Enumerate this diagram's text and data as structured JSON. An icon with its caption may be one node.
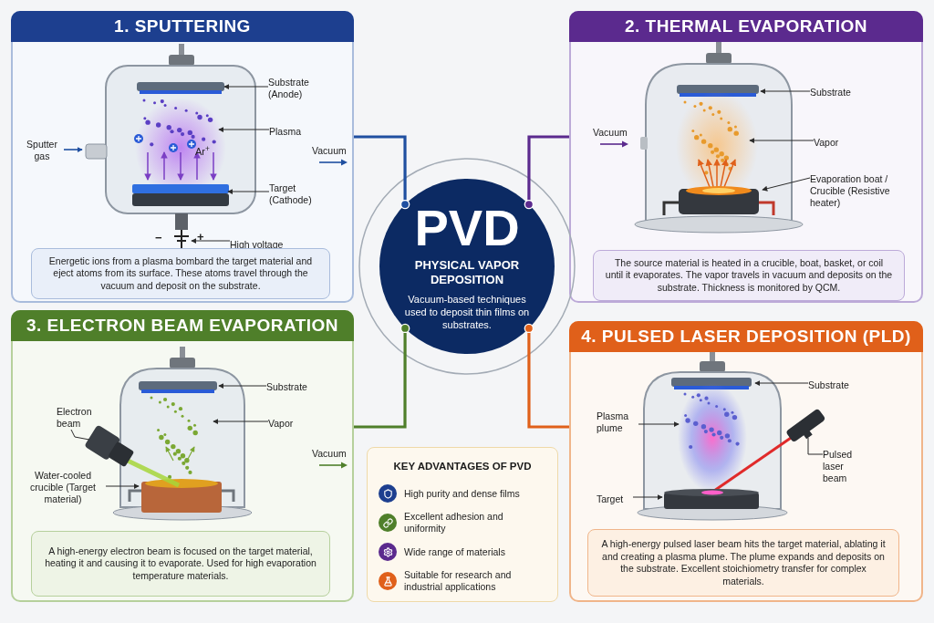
{
  "diagram": {
    "nodes": [
      {
        "text": [
          "1. SPUTTERING"
        ]
      },
      {
        "text": [
          "Substrate (Anode)"
        ],
        "in": 0
      },
      {
        "text": [
          "Plasma"
        ],
        "in": 0
      },
      {
        "text": [
          "Target (Cathode)"
        ],
        "in": 0
      },
      {
        "text": [
          "Sputter gas"
        ],
        "in": 0
      },
      {
        "text": [
          "High voltage"
        ],
        "in": 0
      },
      {
        "text": [
          "Energetic ions from a plasma bombard the target material and eject atoms from its surface. These atoms travel through the vacuum and deposit on the substrate."
        ],
        "in": 0
      },
      {
        "text": [
          "2. THERMAL EVAPORATION"
        ]
      },
      {
        "text": [
          "Substrate"
        ],
        "in": 7
      },
      {
        "text": [
          "Vapor"
        ],
        "in": 7
      },
      {
        "text": [
          "Evaporation boat / Crucible (Resistive heater)"
        ],
        "in": 7
      },
      {
        "text": [
          "The source material is heated in a crucible, boat, basket, or coil until it evaporates. The vapor travels in vacuum and deposits on the substrate. Thickness is monitored by QCM."
        ],
        "in": 7
      },
      {
        "text": [
          "PVD",
          "PHYSICAL VAPOR DEPOSITION",
          "Vacuum-based techniques used to deposit thin films on substrates."
        ]
      },
      {
        "text": [
          "3. ELECTRON BEAM EVAPORATION"
        ]
      },
      {
        "text": [
          "Substrate"
        ],
        "in": 13
      },
      {
        "text": [
          "Vapor"
        ],
        "in": 13
      },
      {
        "text": [
          "Electron beam"
        ],
        "in": 13
      },
      {
        "text": [
          "Water-cooled crucible (Target material)"
        ],
        "in": 13
      },
      {
        "text": [
          "A high-energy electron beam is focused on the target material, heating it and causing it to evaporate. Used for high evaporation temperature materials."
        ],
        "in": 13
      },
      {
        "text": [
          "KEY ADVANTAGES OF PVD",
          "High purity and dense films",
          "Excellent adhesion and uniformity",
          "Wide range of materials",
          "Suitable for research and industrial applications"
        ]
      },
      {
        "text": [
          "4. PULSED LASER DEPOSITION (PLD)"
        ]
      },
      {
        "text": [
          "Substrate"
        ],
        "in": 20
      },
      {
        "text": [
          "Plasma plume"
        ],
        "in": 20
      },
      {
        "text": [
          "Pulsed laser beam"
        ],
        "in": 20
      },
      {
        "text": [
          "Target"
        ],
        "in": 20
      },
      {
        "text": [
          "A high-energy pulsed laser beam hits the target material, ablating it and creating a plasma plume. The plume expands and deposits on the substrate. Excellent stoichiometry transfer for complex materials."
        ],
        "in": 20
      },
      {
        "text": [],
        "shape": "picture",
        "in": 0
      }
    ],
    "edges": [
      {
        "from": 12,
        "to": 0,
        "arrow": "other",
        "style": "thick",
        "color": "#1f4fa0"
      },
      {
        "from": 12,
        "to": 7,
        "arrow": "other",
        "style": "thick",
        "color": "#5b2a8e"
      },
      {
        "from": 12,
        "to": 13,
        "arrow": "other",
        "style": "thick",
        "color": "#4f7f2a"
      },
      {
        "from": 12,
        "to": 20,
        "arrow": "other",
        "style": "thick",
        "color": "#e0601a"
      },
      {
        "from": 1,
        "to": 26,
        "arrow": "to"
      },
      {
        "from": 2,
        "to": 26,
        "arrow": "to"
      },
      {
        "from": 3,
        "to": 26,
        "arrow": "to"
      },
      {
        "from": 4,
        "to": 26,
        "arrow": "to",
        "color": "#1f4fa0"
      },
      {
        "from": 5,
        "to": 26,
        "arrow": "to"
      },
      {
        "from": 8,
        "to": null,
        "arrow": "to"
      },
      {
        "from": 9,
        "to": null,
        "arrow": "to"
      },
      {
        "from": 10,
        "to": null,
        "arrow": "to"
      },
      {
        "from": 14,
        "to": null,
        "arrow": "to"
      },
      {
        "from": 15,
        "to": null,
        "arrow": "to"
      },
      {
        "from": 16,
        "to": null,
        "arrow": "none"
      },
      {
        "from": 17,
        "to": null,
        "arrow": "to"
      },
      {
        "from": 21,
        "to": null,
        "arrow": "to"
      },
      {
        "from": 22,
        "to": null,
        "arrow": "to"
      },
      {
        "from": 23,
        "to": null,
        "arrow": "none"
      },
      {
        "from": 24,
        "to": null,
        "arrow": "to"
      }
    ],
    "labels": [
      "Ar$^{+}$",
      "−",
      "+",
      "Vacuum",
      "Vacuum",
      "Vacuum"
    ]
  }
}
